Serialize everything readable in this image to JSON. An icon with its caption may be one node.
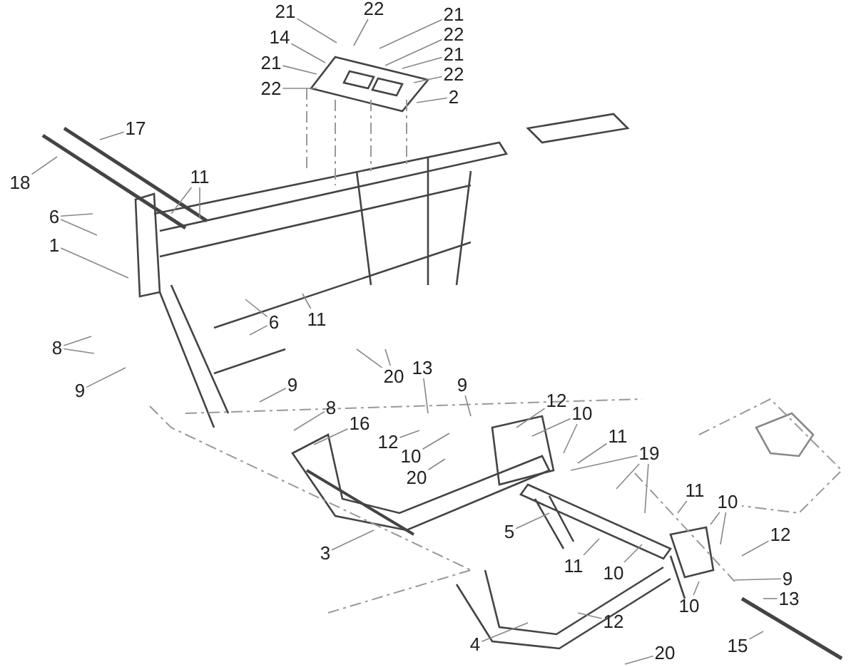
{
  "diagram": {
    "nodes": [
      {
        "text": [
          "21"
        ]
      },
      {
        "text": [
          "22"
        ]
      },
      {
        "text": [
          "21"
        ]
      },
      {
        "text": [
          "14"
        ]
      },
      {
        "text": [
          "22"
        ]
      },
      {
        "text": [
          "21"
        ]
      },
      {
        "text": [
          "21"
        ]
      },
      {
        "text": [
          "22"
        ]
      },
      {
        "text": [
          "22"
        ]
      },
      {
        "text": [
          "2"
        ]
      },
      {
        "text": [
          "17"
        ]
      },
      {
        "text": [
          "18"
        ]
      },
      {
        "text": [
          "11"
        ]
      },
      {
        "text": [
          "6"
        ]
      },
      {
        "text": [
          "1"
        ]
      },
      {
        "text": [
          "6"
        ]
      },
      {
        "text": [
          "11"
        ]
      },
      {
        "text": [
          "8"
        ]
      },
      {
        "text": [
          "9"
        ]
      },
      {
        "text": [
          "20"
        ]
      },
      {
        "text": [
          "13"
        ]
      },
      {
        "text": [
          "9"
        ]
      },
      {
        "text": [
          "8"
        ]
      },
      {
        "text": [
          "9"
        ]
      },
      {
        "text": [
          "12"
        ]
      },
      {
        "text": [
          "10"
        ]
      },
      {
        "text": [
          "16"
        ]
      },
      {
        "text": [
          "11"
        ]
      },
      {
        "text": [
          "12"
        ]
      },
      {
        "text": [
          "19"
        ]
      },
      {
        "text": [
          "10"
        ]
      },
      {
        "text": [
          "20"
        ]
      },
      {
        "text": [
          "11"
        ]
      },
      {
        "text": [
          "10"
        ]
      },
      {
        "text": [
          "5"
        ]
      },
      {
        "text": [
          "12"
        ]
      },
      {
        "text": [
          "3"
        ]
      },
      {
        "text": [
          "11"
        ]
      },
      {
        "text": [
          "10"
        ]
      },
      {
        "text": [
          "9"
        ]
      },
      {
        "text": [
          "13"
        ]
      },
      {
        "text": [
          "10"
        ]
      },
      {
        "text": [
          "12"
        ]
      },
      {
        "text": [
          "4"
        ]
      },
      {
        "text": [
          "15"
        ]
      },
      {
        "text": [
          "20"
        ]
      }
    ],
    "edges": [
      {
        "from": 0,
        "to": null,
        "arrow": "none"
      },
      {
        "from": 1,
        "to": null,
        "arrow": "none"
      },
      {
        "from": 2,
        "to": null,
        "arrow": "none"
      },
      {
        "from": 3,
        "to": null,
        "arrow": "none"
      },
      {
        "from": 4,
        "to": null,
        "arrow": "none"
      },
      {
        "from": 5,
        "to": null,
        "arrow": "none"
      },
      {
        "from": 6,
        "to": null,
        "arrow": "none"
      },
      {
        "from": 7,
        "to": null,
        "arrow": "none"
      },
      {
        "from": 8,
        "to": null,
        "arrow": "none"
      },
      {
        "from": 9,
        "to": null,
        "arrow": "none"
      },
      {
        "from": 10,
        "to": null,
        "arrow": "none"
      },
      {
        "from": 11,
        "to": null,
        "arrow": "none"
      },
      {
        "from": 12,
        "to": null,
        "arrow": "none"
      },
      {
        "from": 12,
        "to": null,
        "arrow": "none"
      },
      {
        "from": 13,
        "to": null,
        "arrow": "none"
      },
      {
        "from": 13,
        "to": null,
        "arrow": "none"
      },
      {
        "from": 14,
        "to": null,
        "arrow": "none"
      },
      {
        "from": 15,
        "to": null,
        "arrow": "none"
      },
      {
        "from": 15,
        "to": null,
        "arrow": "none"
      },
      {
        "from": 16,
        "to": null,
        "arrow": "none"
      },
      {
        "from": 17,
        "to": null,
        "arrow": "none"
      },
      {
        "from": 17,
        "to": null,
        "arrow": "none"
      },
      {
        "from": 18,
        "to": null,
        "arrow": "none"
      },
      {
        "from": 19,
        "to": null,
        "arrow": "none"
      },
      {
        "from": 19,
        "to": null,
        "arrow": "none"
      },
      {
        "from": 20,
        "to": null,
        "arrow": "none"
      },
      {
        "from": 21,
        "to": null,
        "arrow": "none"
      },
      {
        "from": 22,
        "to": null,
        "arrow": "none"
      },
      {
        "from": 23,
        "to": null,
        "arrow": "none"
      },
      {
        "from": 24,
        "to": null,
        "arrow": "none"
      },
      {
        "from": 25,
        "to": null,
        "arrow": "none"
      },
      {
        "from": 25,
        "to": null,
        "arrow": "none"
      },
      {
        "from": 26,
        "to": null,
        "arrow": "none"
      },
      {
        "from": 27,
        "to": null,
        "arrow": "none"
      },
      {
        "from": 28,
        "to": null,
        "arrow": "none"
      },
      {
        "from": 29,
        "to": null,
        "arrow": "none"
      },
      {
        "from": 29,
        "to": null,
        "arrow": "none"
      },
      {
        "from": 29,
        "to": null,
        "arrow": "none"
      },
      {
        "from": 30,
        "to": null,
        "arrow": "none"
      },
      {
        "from": 31,
        "to": null,
        "arrow": "none"
      },
      {
        "from": 32,
        "to": null,
        "arrow": "none"
      },
      {
        "from": 33,
        "to": null,
        "arrow": "none"
      },
      {
        "from": 33,
        "to": null,
        "arrow": "none"
      },
      {
        "from": 34,
        "to": null,
        "arrow": "none"
      },
      {
        "from": 35,
        "to": null,
        "arrow": "none"
      },
      {
        "from": 36,
        "to": null,
        "arrow": "none"
      },
      {
        "from": 37,
        "to": null,
        "arrow": "none"
      },
      {
        "from": 38,
        "to": null,
        "arrow": "none"
      },
      {
        "from": 39,
        "to": null,
        "arrow": "none"
      },
      {
        "from": 40,
        "to": null,
        "arrow": "none"
      },
      {
        "from": 41,
        "to": null,
        "arrow": "none"
      },
      {
        "from": 42,
        "to": null,
        "arrow": "none"
      },
      {
        "from": 43,
        "to": null,
        "arrow": "none"
      },
      {
        "from": 44,
        "to": null,
        "arrow": "none"
      },
      {
        "from": 45,
        "to": null,
        "arrow": "none"
      }
    ]
  }
}
